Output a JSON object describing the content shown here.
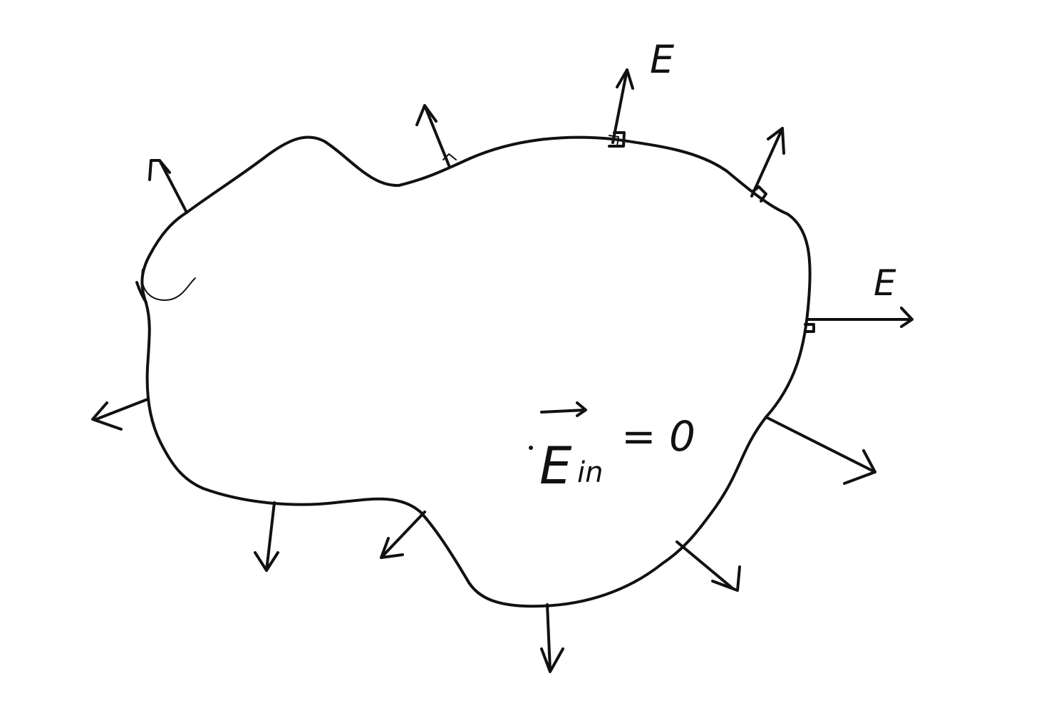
{
  "diagram": {
    "field_label_top": "E",
    "field_label_right": "E",
    "interior_equation": {
      "symbol": "E",
      "subscript": "in",
      "rhs": "= 0"
    }
  }
}
